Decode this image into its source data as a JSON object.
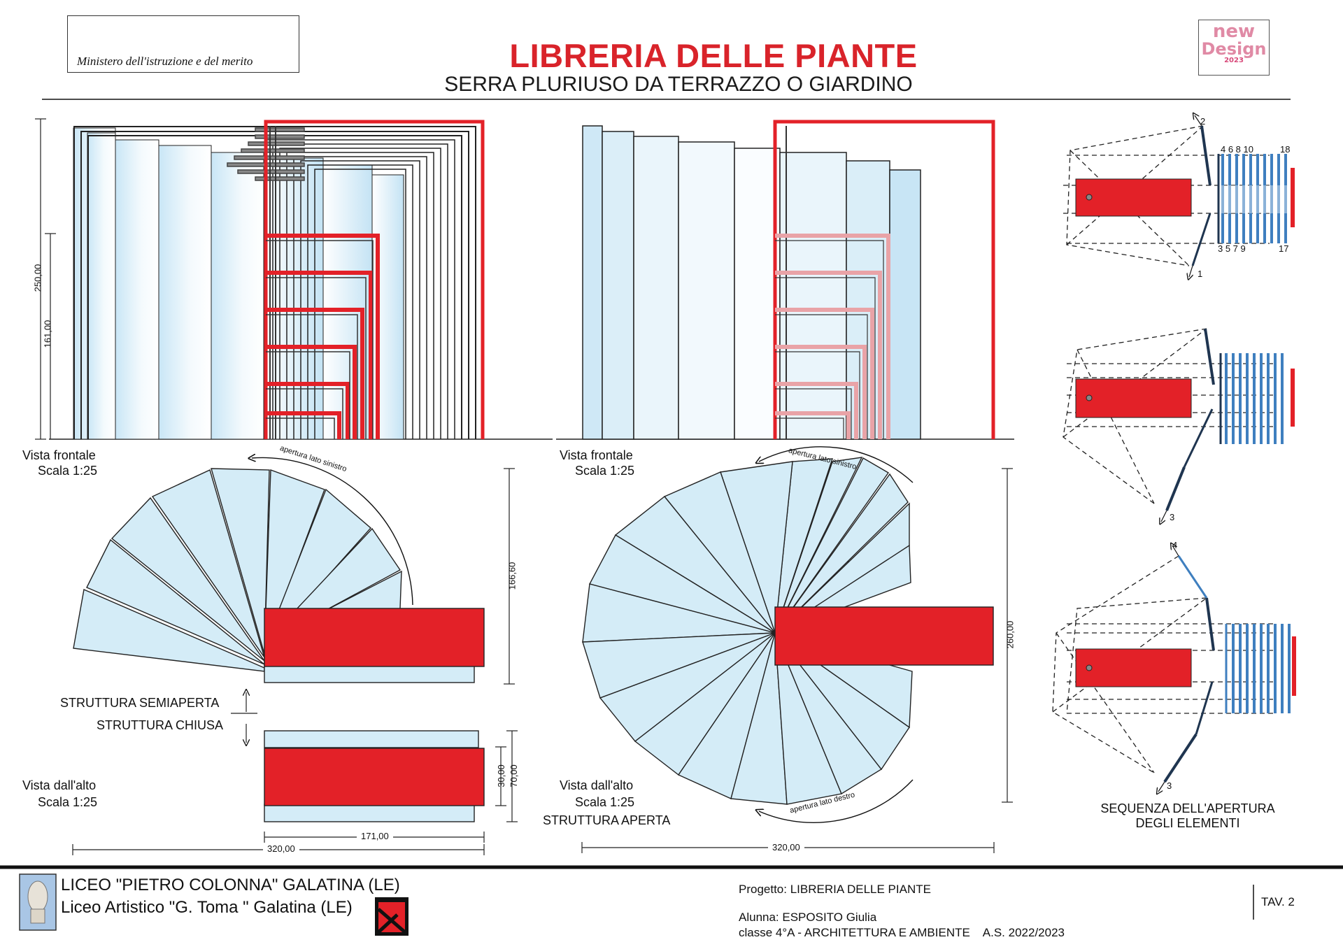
{
  "header": {
    "ministry": "Ministero dell'istruzione e del merito",
    "title": "LIBRERIA DELLE PIANTE",
    "subtitle": "SERRA PLURIUSO DA TERRAZZO O GIARDINO",
    "logo_line1": "new",
    "logo_line2": "Design",
    "logo_year": "2023"
  },
  "left_view": {
    "dim_total_height": "250,00",
    "dim_shelf_height": "161,00",
    "front_label": "Vista frontale",
    "front_scale": "Scala 1:25",
    "arc_label": "apertura lato sinistro",
    "dim_plan_height": "166,60",
    "state_semiopen": "STRUTTURA SEMIAPERTA",
    "state_closed": "STRUTTURA CHIUSA",
    "top_label": "Vista dall'alto",
    "top_scale": "Scala 1:25",
    "dim_30": "30,00",
    "dim_70": "70,00",
    "dim_171": "171,00",
    "dim_320": "320,00"
  },
  "middle_view": {
    "front_label": "Vista frontale",
    "front_scale": "Scala 1:25",
    "arc_label_top": "apertura lato sinistro",
    "arc_label_bottom": "apertura lato destro",
    "dim_260": "260,00",
    "top_label": "Vista dall'alto",
    "top_scale": "Scala 1:25",
    "state_open": "STRUTTURA APERTA",
    "dim_320": "320,00"
  },
  "sequence": {
    "title_line1": "SEQUENZA DELL'APERTURA",
    "title_line2": "DEGLI ELEMENTI",
    "top_numbers": "4  6  8 10",
    "top_18": "18",
    "bottom_numbers": "3  5  7  9",
    "bottom_17": "17",
    "n1": "1",
    "n2": "2",
    "n3a": "3",
    "n3b": "3",
    "n4": "4"
  },
  "footer": {
    "school1": "LICEO \"PIETRO COLONNA\" GALATINA (LE)",
    "school2": "Liceo Artistico \"G. Toma \"  Galatina (LE)",
    "project": "Progetto: LIBRERIA DELLE PIANTE",
    "student": "Alunna: ESPOSITO Giulia",
    "class": "classe 4°A - ARCHITETTURA E AMBIENTE    A.S. 2022/2023",
    "table": "TAV. 2"
  },
  "colors": {
    "red": "#e32128",
    "panel": "#d4ecf7",
    "blue": "#3f7fbf",
    "dark": "#1f3550"
  }
}
